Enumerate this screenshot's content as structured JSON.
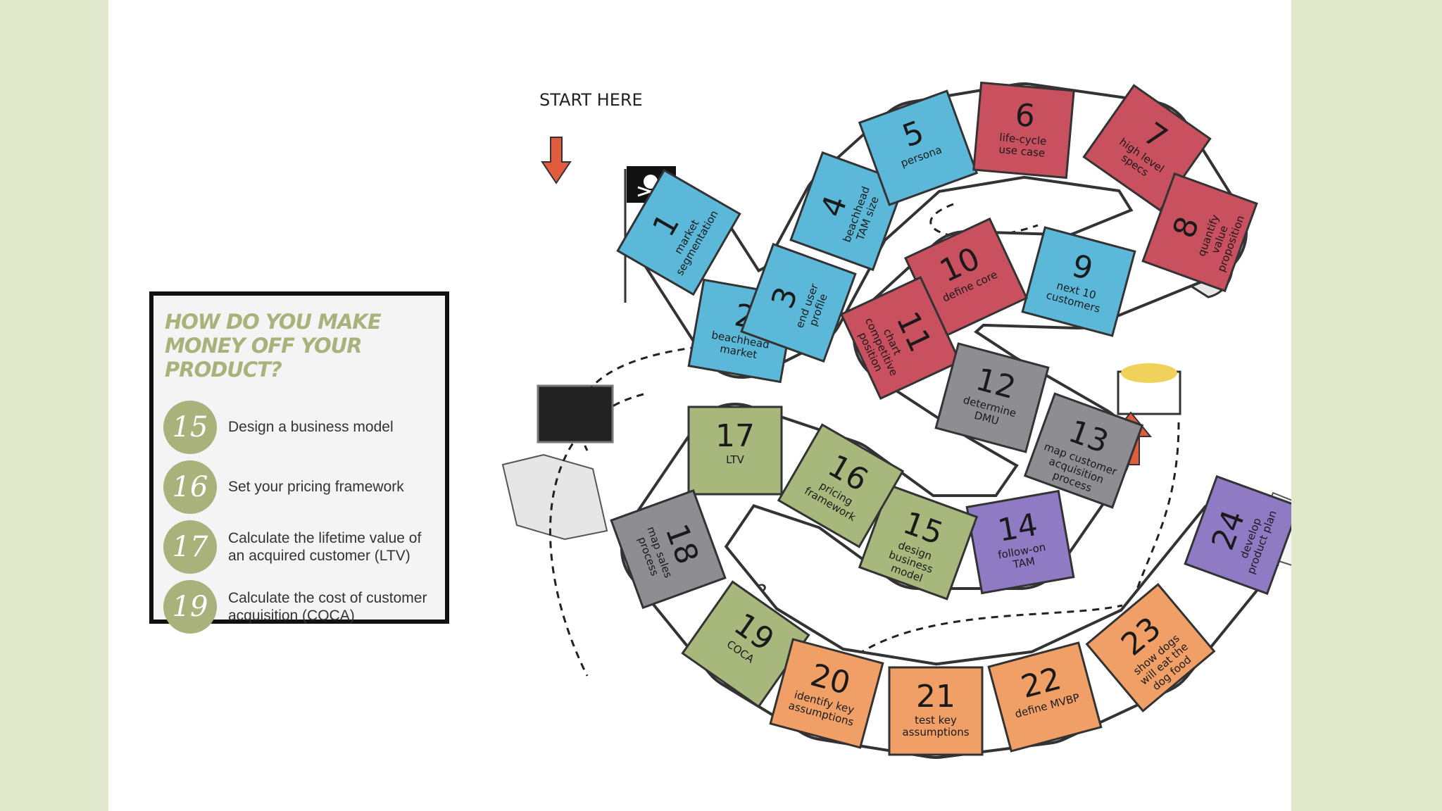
{
  "callout": {
    "title": "HOW DO YOU MAKE MONEY OFF YOUR PRODUCT?",
    "items": [
      {
        "number": "15",
        "text": "Design a business model"
      },
      {
        "number": "16",
        "text": "Set your pricing framework"
      },
      {
        "number": "17",
        "text": "Calculate the lifetime value of an acquired customer (LTV)"
      },
      {
        "number": "19",
        "text": "Calculate the cost of customer acquisition (COCA)"
      }
    ]
  },
  "start_label": "START HERE",
  "steps": [
    {
      "n": "1",
      "label": "market segmentation",
      "color": "#5cb8d8"
    },
    {
      "n": "2",
      "label": "beachhead market",
      "color": "#5cb8d8"
    },
    {
      "n": "3",
      "label": "end user profile",
      "color": "#5cb8d8"
    },
    {
      "n": "4",
      "label": "beachhead TAM size",
      "color": "#5cb8d8"
    },
    {
      "n": "5",
      "label": "persona",
      "color": "#5cb8d8"
    },
    {
      "n": "6",
      "label": "life-cycle use case",
      "color": "#c9505e"
    },
    {
      "n": "7",
      "label": "high level specs",
      "color": "#c9505e"
    },
    {
      "n": "8",
      "label": "quantify value proposition",
      "color": "#c9505e"
    },
    {
      "n": "9",
      "label": "next 10 customers",
      "color": "#5cb8d8"
    },
    {
      "n": "10",
      "label": "define core",
      "color": "#c9505e"
    },
    {
      "n": "11",
      "label": "chart competitive position",
      "color": "#c9505e"
    },
    {
      "n": "12",
      "label": "determine DMU",
      "color": "#8e8e92"
    },
    {
      "n": "13",
      "label": "map customer acquisition process",
      "color": "#8e8e92"
    },
    {
      "n": "14",
      "label": "follow-on TAM",
      "color": "#8f7ac4"
    },
    {
      "n": "15",
      "label": "design business model",
      "color": "#a8b87c"
    },
    {
      "n": "16",
      "label": "pricing framework",
      "color": "#a8b87c"
    },
    {
      "n": "17",
      "label": "LTV",
      "color": "#a8b87c"
    },
    {
      "n": "18",
      "label": "map sales process",
      "color": "#8e8e92"
    },
    {
      "n": "19",
      "label": "COCA",
      "color": "#a8b87c"
    },
    {
      "n": "20",
      "label": "identify key assumptions",
      "color": "#f0a067"
    },
    {
      "n": "21",
      "label": "test key assumptions",
      "color": "#f0a067"
    },
    {
      "n": "22",
      "label": "define MVBP",
      "color": "#f0a067"
    },
    {
      "n": "23",
      "label": "show dogs will eat the dog food",
      "color": "#f0a067"
    },
    {
      "n": "24",
      "label": "develop product plan",
      "color": "#8f7ac4"
    }
  ]
}
